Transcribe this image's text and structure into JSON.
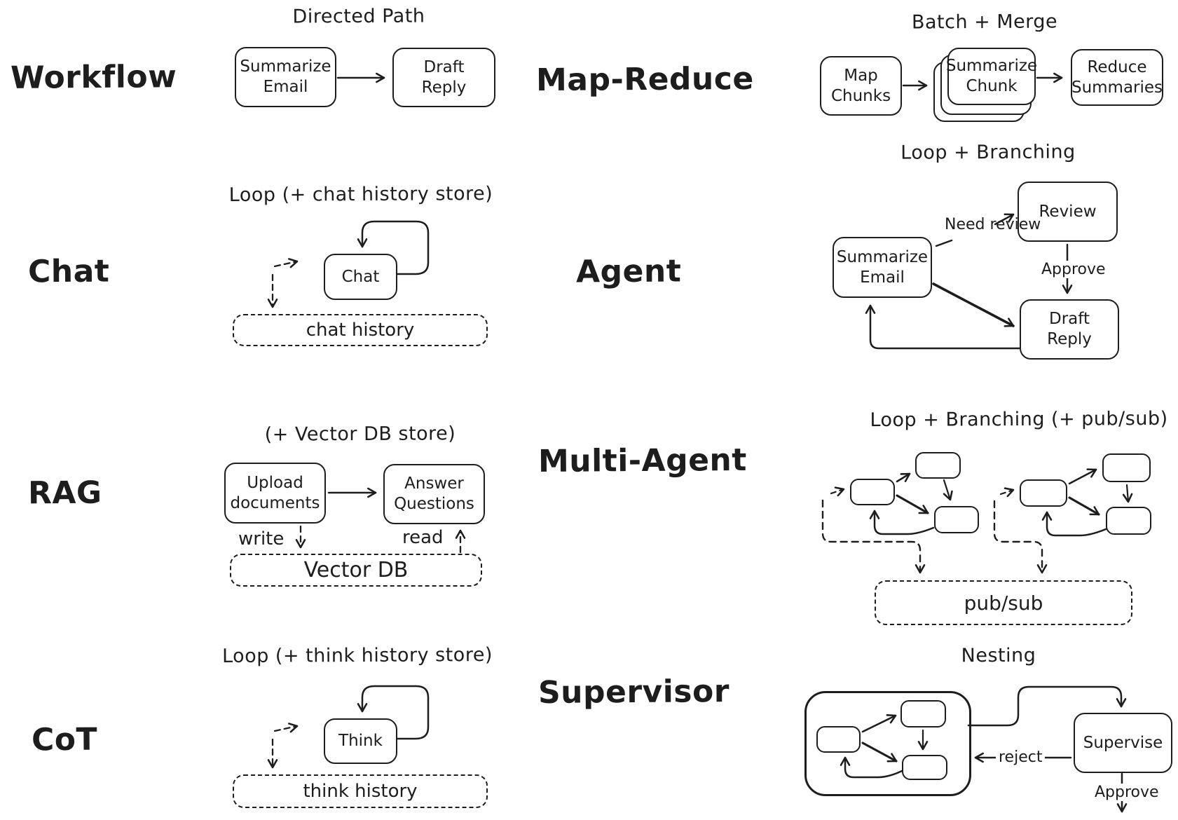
{
  "palette": {
    "ink": "#1d1d1d",
    "background": "#ffffff"
  },
  "workflow": {
    "label": "Workflow",
    "title": "Directed Path",
    "node_summarize": "Summarize Email",
    "node_draft": "Draft Reply"
  },
  "map_reduce": {
    "label": "Map-Reduce",
    "title": "Batch + Merge",
    "node_map": "Map Chunks",
    "node_summarize_chunk": "Summarize Chunk",
    "node_reduce": "Reduce Summaries"
  },
  "chat": {
    "label": "Chat",
    "title": "Loop (+ chat history store)",
    "node_chat": "Chat",
    "store": "chat history"
  },
  "agent": {
    "label": "Agent",
    "title": "Loop + Branching",
    "node_summarize": "Summarize Email",
    "node_review": "Review",
    "node_draft": "Draft Reply",
    "edge_need_review": "Need review",
    "edge_approve": "Approve"
  },
  "rag": {
    "label": "RAG",
    "title": "(+ Vector DB store)",
    "node_upload": "Upload documents",
    "node_answer": "Answer Questions",
    "edge_write": "write",
    "edge_read": "read",
    "store": "Vector DB"
  },
  "multi_agent": {
    "label": "Multi-Agent",
    "title": "Loop + Branching (+ pub/sub)",
    "store": "pub/sub"
  },
  "cot": {
    "label": "CoT",
    "title": "Loop (+ think history store)",
    "node_think": "Think",
    "store": "think history"
  },
  "supervisor": {
    "label": "Supervisor",
    "title": "Nesting",
    "node_supervise": "Supervise",
    "edge_reject": "reject",
    "edge_approve": "Approve"
  }
}
